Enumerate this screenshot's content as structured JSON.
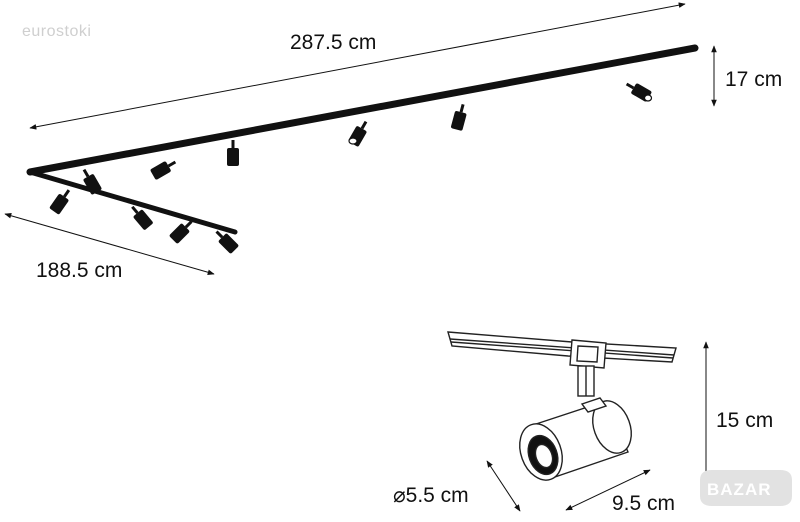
{
  "watermark": "eurostoki",
  "logo": {
    "text": "BAZAR"
  },
  "dimensions": {
    "track_length": "287.5 cm",
    "track_height": "17 cm",
    "short_length": "188.5 cm",
    "spot_height": "15 cm",
    "spot_diameter": "5.5 cm",
    "spot_length": "9.5 cm",
    "diameter_symbol": "⌀"
  },
  "colors": {
    "ink": "#111111",
    "detail_stroke": "#222222",
    "logo_fill": "#e2e2e2"
  }
}
